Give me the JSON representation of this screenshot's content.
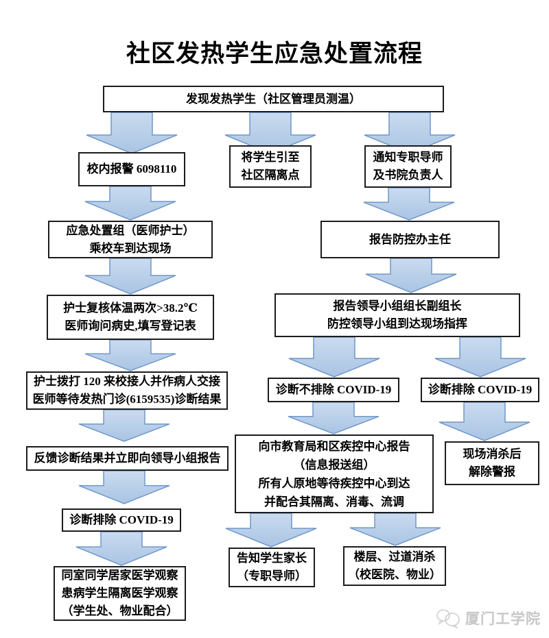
{
  "page": {
    "title": "社区发热学生应急处置流程"
  },
  "nodes": {
    "detect": {
      "lines": [
        "发现发热学生（社区管理员测温）"
      ]
    },
    "alarm": {
      "lines": [
        "校内报警 6098110"
      ]
    },
    "isolate": {
      "lines": [
        "将学生引至",
        "社区隔离点"
      ]
    },
    "notify_tutor": {
      "lines": [
        "通知专职导师",
        "及书院负责人"
      ]
    },
    "emergency_team": {
      "lines": [
        "应急处置组（医师护士）",
        "乘校车到达现场"
      ]
    },
    "report_director": {
      "lines": [
        "报告防控办主任"
      ]
    },
    "nurse_recheck": {
      "lines": [
        "护士复核体温两次>38.2℃",
        "医师询问病史,填写登记表"
      ]
    },
    "report_leaders": {
      "lines": [
        "报告领导小组组长副组长",
        "防控领导小组到达现场指挥"
      ]
    },
    "call_120": {
      "lines": [
        "护士拨打 120 来校接人并作病人交接",
        "医师等待发热门诊(6159535)诊断结果"
      ]
    },
    "not_excluded": {
      "lines": [
        "诊断不排除 COVID-19"
      ]
    },
    "excluded_right": {
      "lines": [
        "诊断排除 COVID-19"
      ]
    },
    "feedback": {
      "lines": [
        "反馈诊断结果并立即向领导小组报告"
      ]
    },
    "report_cdc": {
      "lines": [
        "向市教育局和区疾控中心报告",
        "（信息报送组）",
        "所有人原地等待疾控中心到达",
        "并配合其隔离、消毒、流调"
      ]
    },
    "disinfect_clear": {
      "lines": [
        "现场消杀后",
        "解除警报"
      ]
    },
    "excluded_left": {
      "lines": [
        "诊断排除 COVID-19"
      ]
    },
    "observe": {
      "lines": [
        "同室同学居家医学观察",
        "患病学生隔离医学观察",
        "（学生处、物业配合）"
      ]
    },
    "inform_parents": {
      "lines": [
        "告知学生家长",
        "（专职导师）"
      ]
    },
    "corridor_disinfect": {
      "lines": [
        "楼层、过道消杀",
        "（校医院、物业）"
      ]
    }
  },
  "watermark": {
    "label": "厦门工学院",
    "logo": "speech-bubbles-icon"
  },
  "colors": {
    "background": "#ffffff",
    "arrow_fill_top": "#cadbf0",
    "arrow_fill_bottom": "#a9c4e3",
    "arrow_stroke": "#6f97c9",
    "box_border": "#1c1c1c",
    "watermark_gray": "#c7c7c7"
  }
}
